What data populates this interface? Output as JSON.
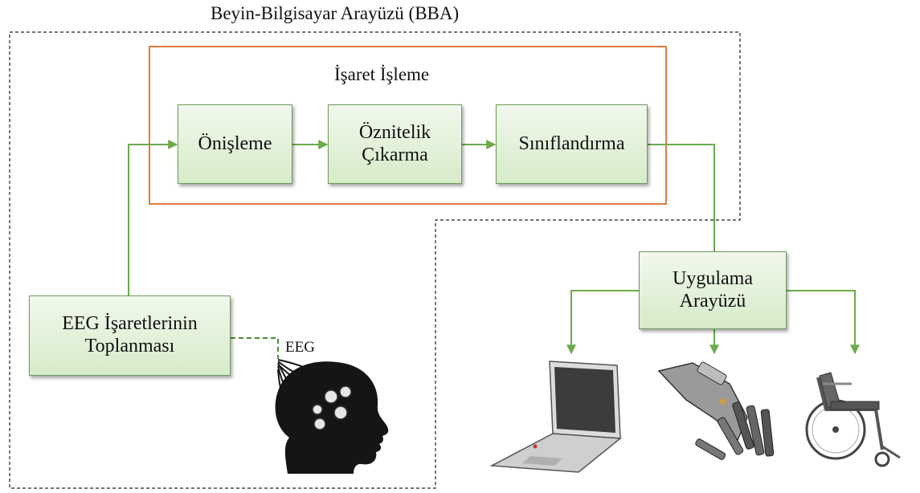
{
  "title": "Beyin-Bilgisayar Arayüzü (BBA)",
  "signal_processing": {
    "label": "İşaret İşleme",
    "steps": [
      "Önişleme",
      "Öznitelik\nÇıkarma",
      "Sınıflandırma"
    ]
  },
  "acquisition": {
    "label": "EEG İşaretlerinin\nToplanması",
    "sensor_label": "EEG"
  },
  "application": {
    "label": "Uygulama\nArayüzü",
    "devices": [
      "laptop-icon",
      "robotic-hand-icon",
      "wheelchair-icon"
    ]
  },
  "colors": {
    "box_border": "#6f9a5d",
    "box_fill_top": "#f1f8ec",
    "box_fill_bottom": "#d6ebc9",
    "arrow": "#6cab4b",
    "processing_frame": "#e07b3f",
    "bci_frame": "#222222"
  }
}
